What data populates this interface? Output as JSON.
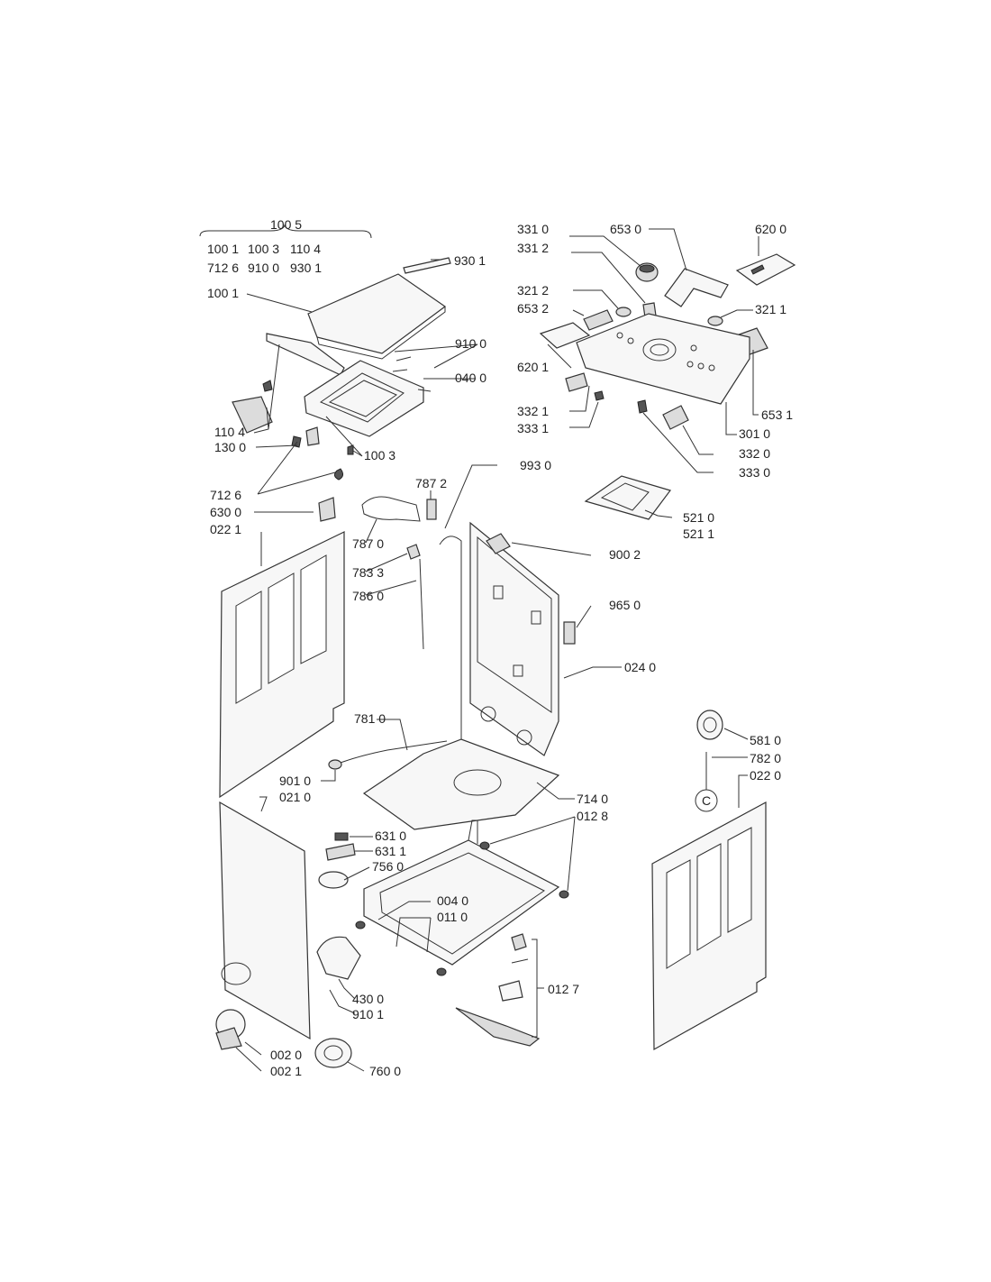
{
  "diagram": {
    "labels": {
      "l_1005": "100 5",
      "l_1001a": "100 1",
      "l_1003a": "100 3",
      "l_1104a": "110 4",
      "l_7126a": "712 6",
      "l_9100a": "910 0",
      "l_9301a": "930 1",
      "l_9301": "930 1",
      "l_1001": "100 1",
      "l_9100": "910 0",
      "l_0400": "040 0",
      "l_1104": "110 4",
      "l_1300": "130 0",
      "l_1003": "100 3",
      "l_7126": "712 6",
      "l_6300": "630 0",
      "l_0221": "022 1",
      "l_7872": "787 2",
      "l_7870": "787 0",
      "l_7833": "783 3",
      "l_7860": "786 0",
      "l_9930": "993 0",
      "l_9002": "900 2",
      "l_9650": "965 0",
      "l_0240": "024 0",
      "l_7810": "781 0",
      "l_9010": "901 0",
      "l_0210": "021 0",
      "l_7140": "714 0",
      "l_0128": "012 8",
      "l_6310": "631 0",
      "l_6311": "631 1",
      "l_7560": "756 0",
      "l_0040": "004 0",
      "l_0110": "011 0",
      "l_4300": "430 0",
      "l_9101": "910 1",
      "l_0127": "012 7",
      "l_0020": "002 0",
      "l_0021": "002 1",
      "l_7600": "760 0",
      "l_3310": "331 0",
      "l_6530": "653 0",
      "l_6200": "620 0",
      "l_3312": "331 2",
      "l_3212": "321 2",
      "l_3211": "321 1",
      "l_6532": "653 2",
      "l_6201": "620 1",
      "l_6531": "653 1",
      "l_3321": "332 1",
      "l_3331": "333 1",
      "l_3010": "301 0",
      "l_3320": "332 0",
      "l_3330": "333 0",
      "l_5210": "521 0",
      "l_5211": "521 1",
      "l_5810": "581 0",
      "l_7820": "782 0",
      "l_0220": "022 0",
      "c_marker": "C"
    }
  }
}
